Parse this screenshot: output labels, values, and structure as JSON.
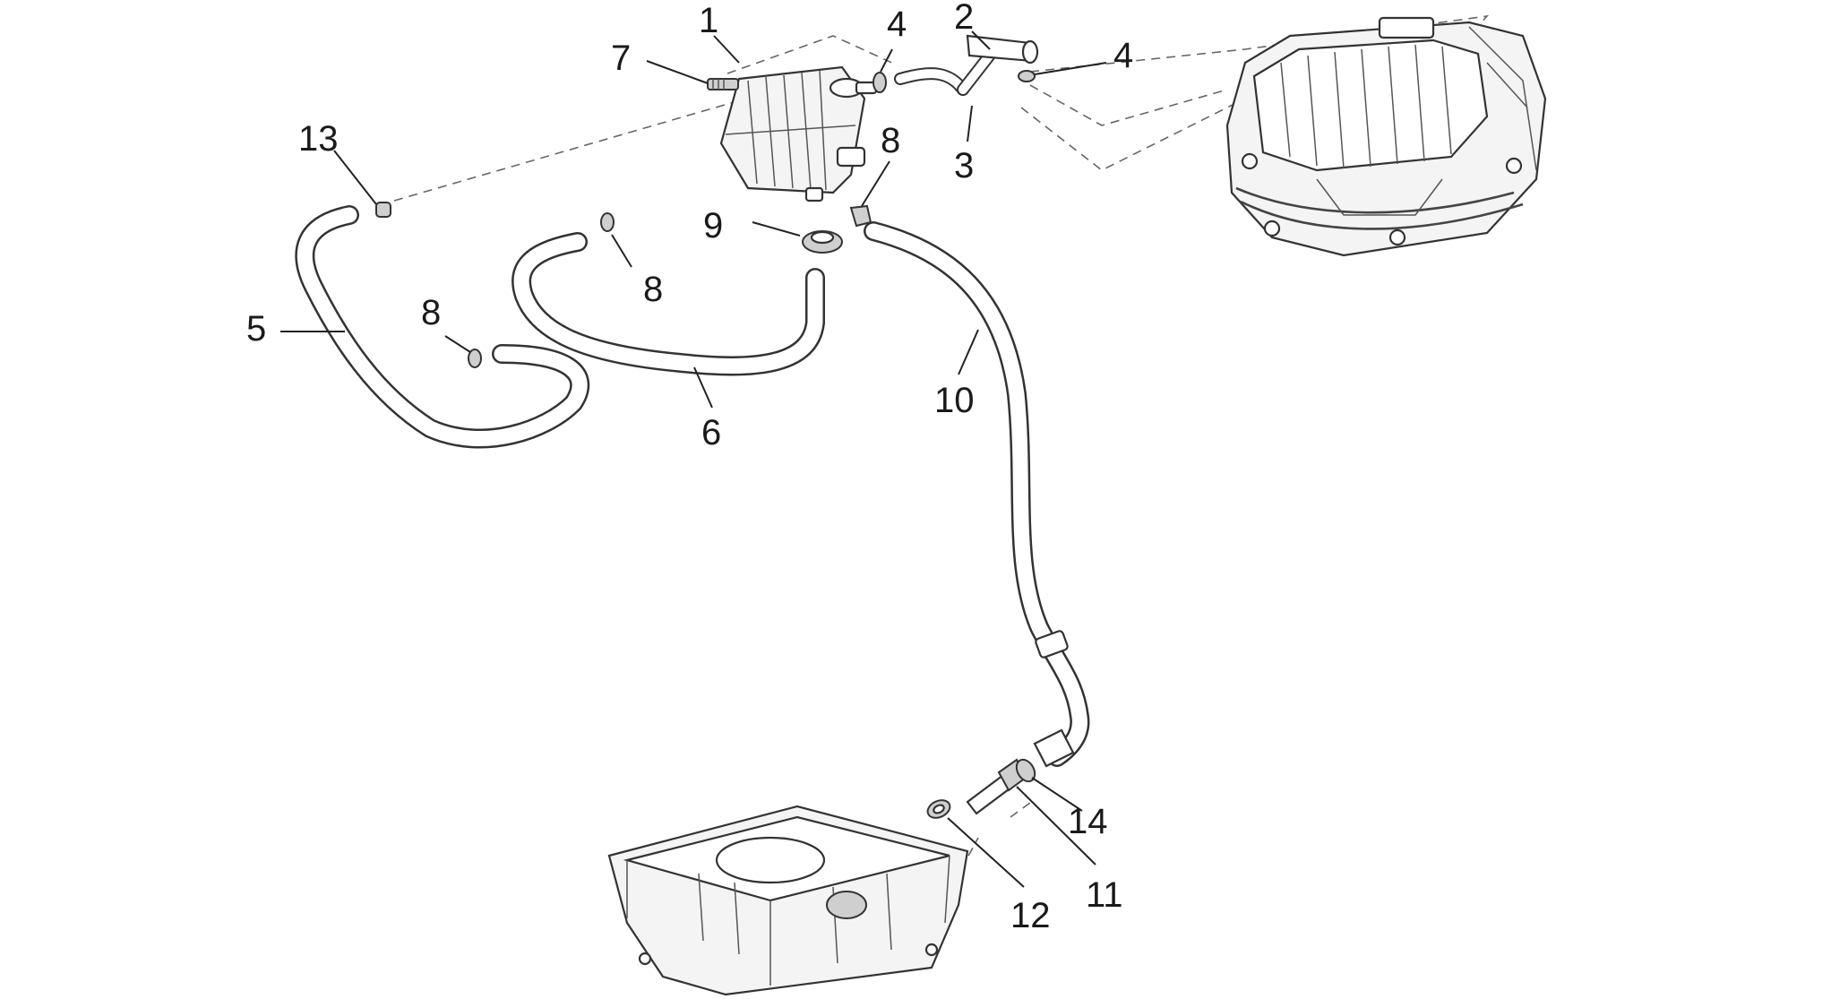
{
  "callouts": [
    {
      "id": "c1",
      "text": "1"
    },
    {
      "id": "c2",
      "text": "2"
    },
    {
      "id": "c3",
      "text": "3"
    },
    {
      "id": "c4a",
      "text": "4"
    },
    {
      "id": "c4b",
      "text": "4"
    },
    {
      "id": "c5",
      "text": "5"
    },
    {
      "id": "c6",
      "text": "6"
    },
    {
      "id": "c7",
      "text": "7"
    },
    {
      "id": "c8a",
      "text": "8"
    },
    {
      "id": "c8b",
      "text": "8"
    },
    {
      "id": "c8c",
      "text": "8"
    },
    {
      "id": "c9",
      "text": "9"
    },
    {
      "id": "c10",
      "text": "10"
    },
    {
      "id": "c11",
      "text": "11"
    },
    {
      "id": "c12",
      "text": "12"
    },
    {
      "id": "c13",
      "text": "13"
    },
    {
      "id": "c14",
      "text": "14"
    }
  ]
}
